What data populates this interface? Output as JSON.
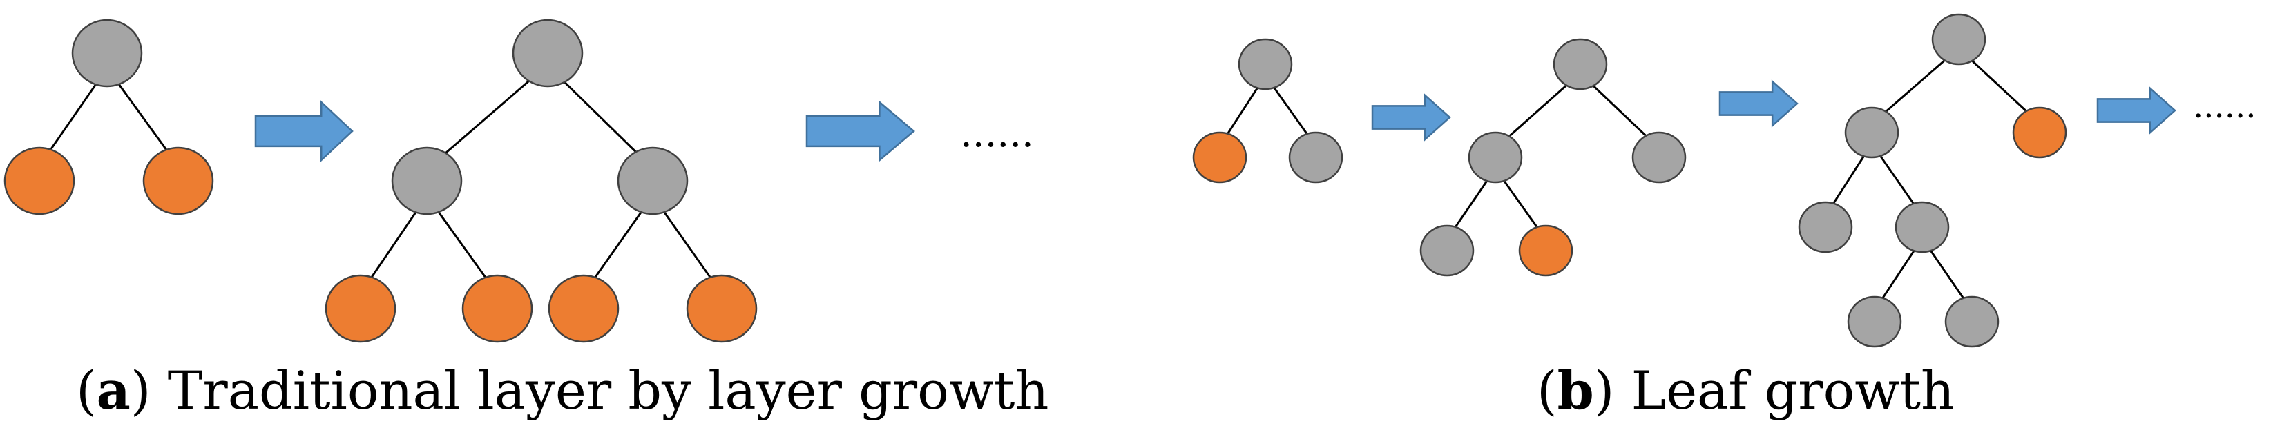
{
  "colors": {
    "internal_node": "#a5a5a5",
    "leaf_node": "#ed7d31",
    "arrow": "#5b9bd5",
    "edge": "#000000"
  },
  "panel_a": {
    "letter": "a",
    "caption": "Traditional layer by layer growth",
    "ellipsis": "......"
  },
  "panel_b": {
    "letter": "b",
    "caption": "Leaf growth",
    "ellipsis": "......"
  }
}
